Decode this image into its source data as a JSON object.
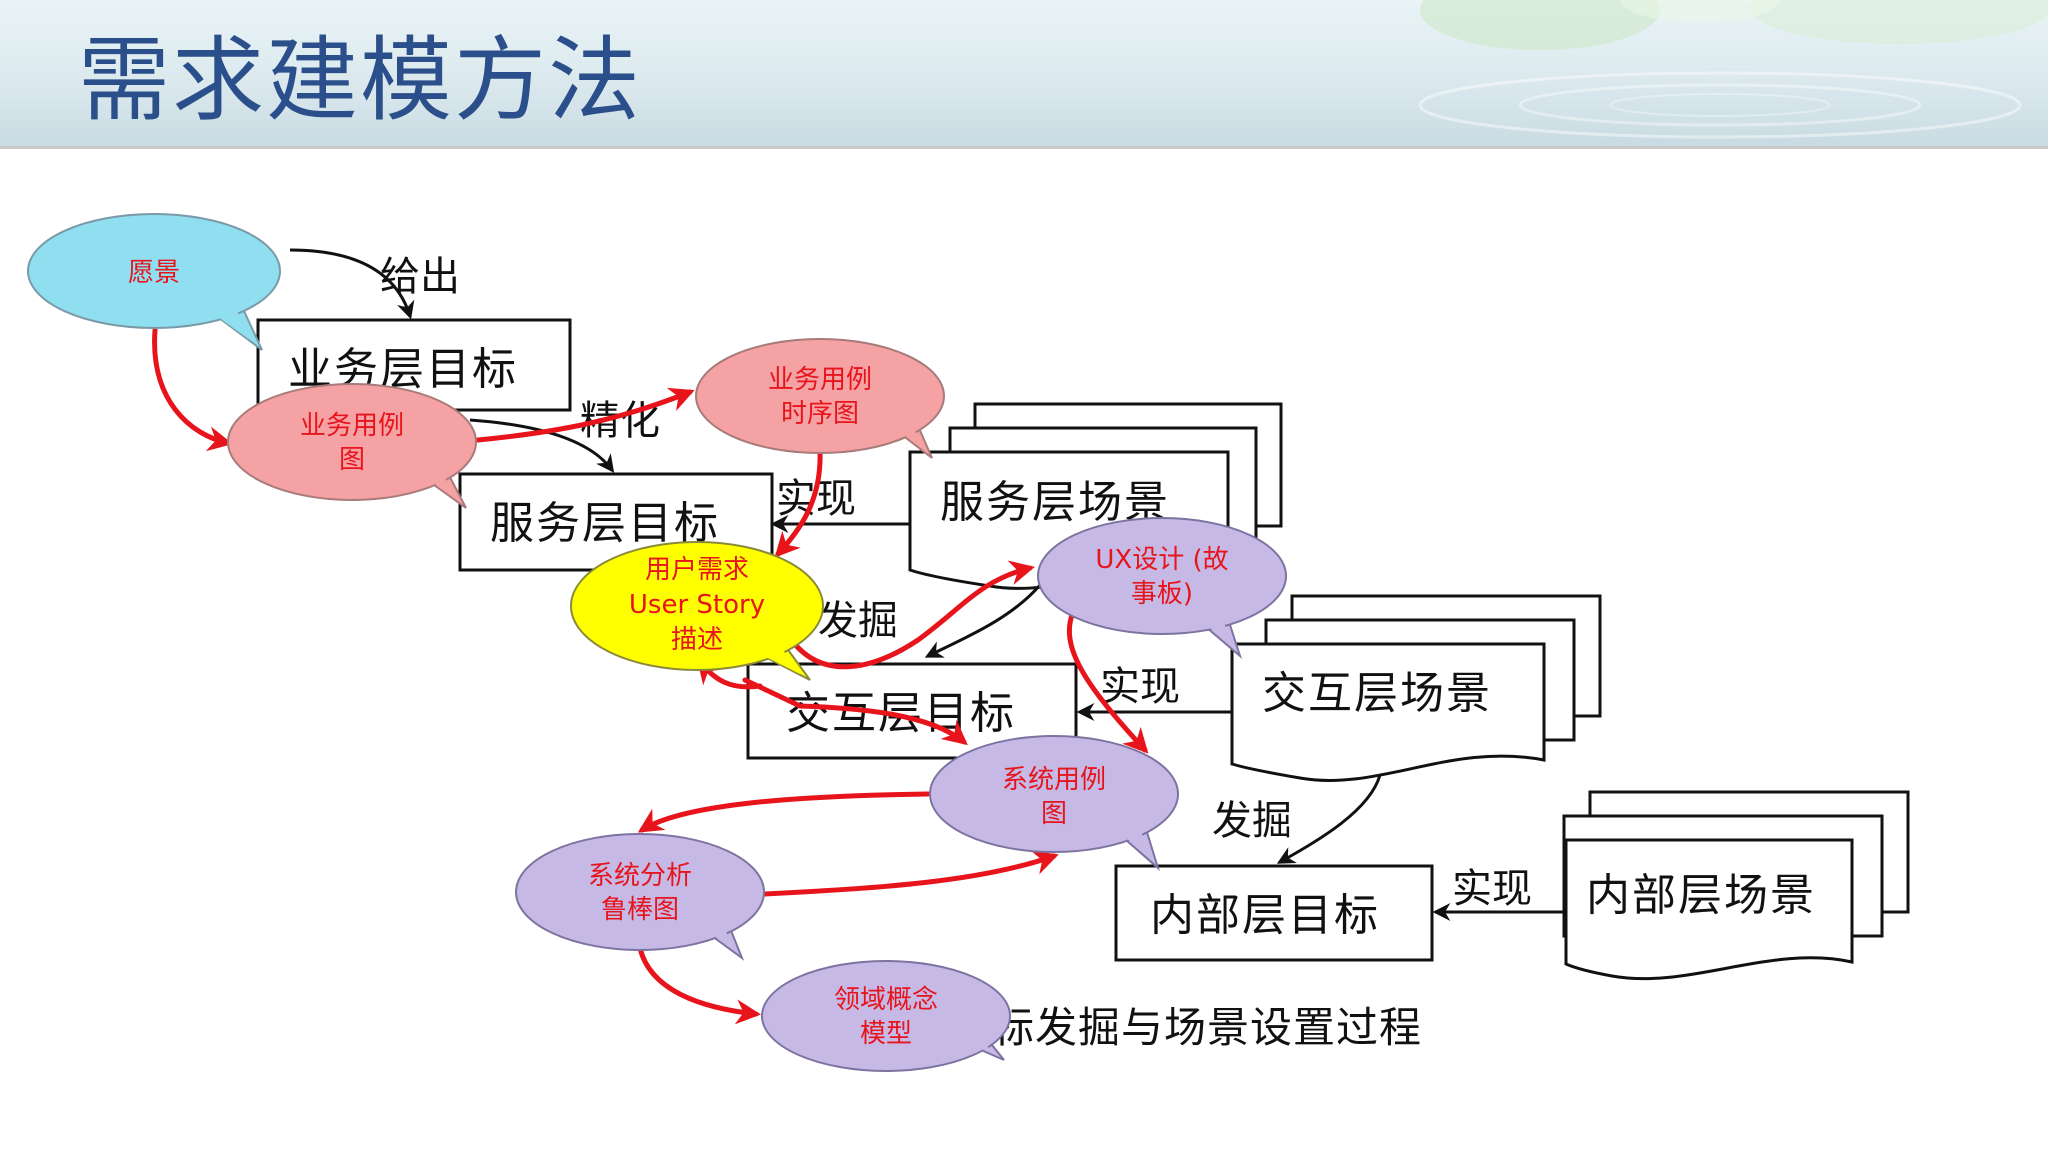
{
  "slide": {
    "title": "需求建模方法"
  },
  "diagram": {
    "boxes": {
      "business_goal": "业务层目标",
      "service_goal": "服务层目标",
      "interaction_goal": "交互层目标",
      "internal_goal": "内部层目标"
    },
    "scenarios": {
      "service": "服务层场景",
      "interaction": "交互层场景",
      "internal": "内部层场景"
    },
    "edge_labels": {
      "give": "给出",
      "refine": "精化",
      "realize_1": "实现",
      "mine_1": "发掘",
      "realize_2": "实现",
      "mine_2": "发掘",
      "realize_3": "实现"
    },
    "caption_fragment": "标发掘与场景设置过程"
  },
  "bubbles": {
    "vision": "愿景",
    "business_usecase_line1": "业务用例",
    "business_usecase_line2": "图",
    "business_sequence_line1": "业务用例",
    "business_sequence_line2": "时序图",
    "user_story_line1": "用户需求",
    "user_story_line2": "User Story",
    "user_story_line3": "描述",
    "ux_design_line1": "UX设计 (故",
    "ux_design_line2": "事板)",
    "system_usecase_line1": "系统用例",
    "system_usecase_line2": "图",
    "robustness_line1": "系统分析",
    "robustness_line2": "鲁棒图",
    "domain_model_line1": "领域概念",
    "domain_model_line2": "模型"
  },
  "colors": {
    "title": "#2b4f8a",
    "arrow_red": "#e8141c",
    "bubble_text": "#e8141c",
    "vision_fill": "#8fdff0",
    "pink_fill": "#f4a2a4",
    "yellow_fill": "#ffff00",
    "purple_fill": "#c6b9e6"
  }
}
